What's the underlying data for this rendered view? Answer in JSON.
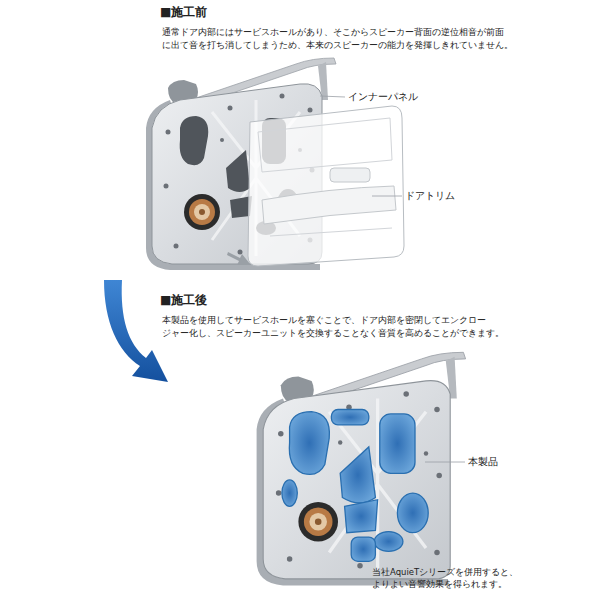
{
  "diagram": {
    "labels": [
      "■施工前",
      "通常ドア内部にはサービスホールがあり、そこからスピーカー背面の逆位相音が前面 に出て音を打ち消してしまうため、本来のスピーカーの能力を発揮しきれていません。",
      "インナーパネル",
      "ドアトリム",
      "■施工後",
      "本製品を使用してサービスホールを塞ぐことで、ドア内部を密閉してエンクロー ジャー化し、スピーカーユニットを交換することなく音質を高めることができます。",
      "本製品",
      "当社AquieTシリーズを併用すると、 よりよい音響効果を得られます。"
    ]
  }
}
